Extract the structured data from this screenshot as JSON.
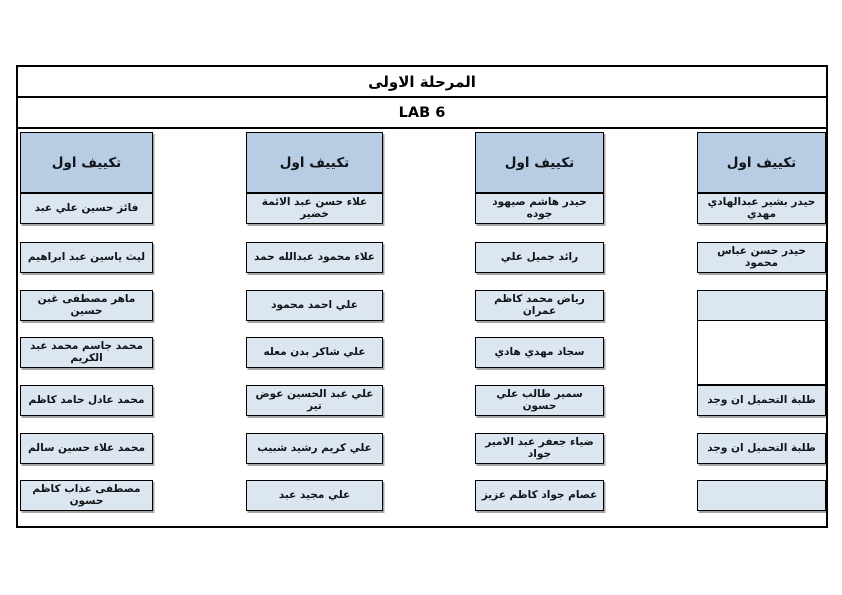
{
  "page": {
    "stage_title": "المرحلة الاولى",
    "lab_title": "LAB 6"
  },
  "colors": {
    "header_bg": "#b8cce4",
    "cell_bg": "#dce6f1",
    "border": "#000000",
    "page_bg": "#ffffff"
  },
  "columns": [
    {
      "header": "تكييف اول",
      "cells": [
        {
          "text": "فائز حسين علي عبد"
        },
        {
          "text": "ليث ياسين عبد ابراهيم"
        },
        {
          "text": "ماهر مصطفى غبن حسين"
        },
        {
          "text": "محمد جاسم محمد عبد الكريم"
        },
        {
          "text": "محمد عادل حامد كاظم"
        },
        {
          "text": "محمد علاء حسين سالم"
        },
        {
          "text": "مصطفى عذاب كاظم حسون"
        }
      ]
    },
    {
      "header": "تكييف اول",
      "cells": [
        {
          "text": "علاء حسن عبد الائمة خضير"
        },
        {
          "text": "علاء محمود عبدالله حمد"
        },
        {
          "text": "علي احمد محمود"
        },
        {
          "text": "علي شاكر بدن معله"
        },
        {
          "text": "علي عبد الحسين عوض تير"
        },
        {
          "text": "علي كريم رشيد شبيب"
        },
        {
          "text": "علي مجيد عبد"
        }
      ]
    },
    {
      "header": "تكييف اول",
      "cells": [
        {
          "text": "حيدر هاشم صيهود جوده"
        },
        {
          "text": "رائد جميل علي"
        },
        {
          "text": "رياض محمد كاظم عمران"
        },
        {
          "text": "سجاد مهدي هادي"
        },
        {
          "text": "سمير طالب علي حسون"
        },
        {
          "text": "ضياء جعفر عبد الامير جواد"
        },
        {
          "text": "عصام جواد كاظم عزيز"
        }
      ]
    },
    {
      "header": "تكييف اول",
      "cells": [
        {
          "text": "حيدر بشير عبدالهادي مهدي"
        },
        {
          "text": "حيدر حسن عباس محمود"
        },
        {
          "text": ""
        },
        {
          "text": ""
        },
        {
          "text": "طلبة التحميل ان وجد"
        },
        {
          "text": "طلبة التحميل ان وجد"
        },
        {
          "text": ""
        }
      ]
    }
  ]
}
